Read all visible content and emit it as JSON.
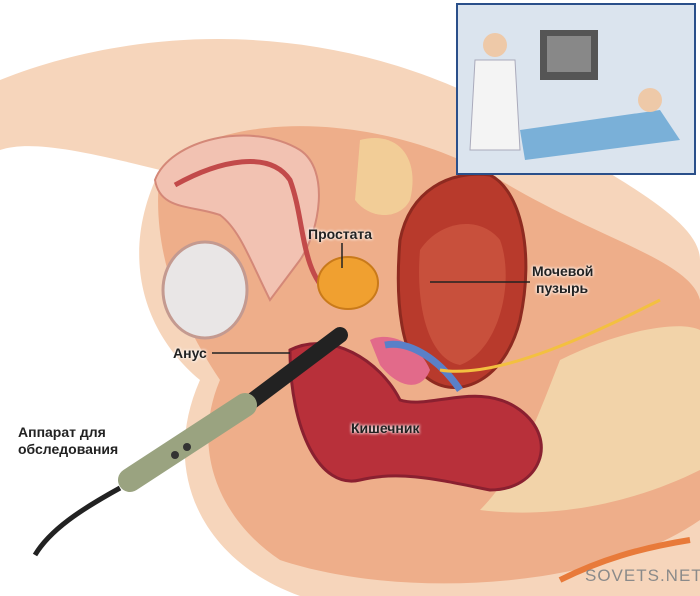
{
  "labels": {
    "prostate": "Простата",
    "bladder_line1": "Мочевой",
    "bladder_line2": "пузырь",
    "anus": "Анус",
    "device_line1": "Аппарат для",
    "device_line2": "обследования",
    "intestine": "Кишечник"
  },
  "watermark": "SOVETS.NET",
  "colors": {
    "skin": "#f3c9a8",
    "tissue": "#e79a72",
    "organ_red": "#b83a2c",
    "prostate": "#f0a030",
    "inset_border": "#2a4f8a"
  }
}
